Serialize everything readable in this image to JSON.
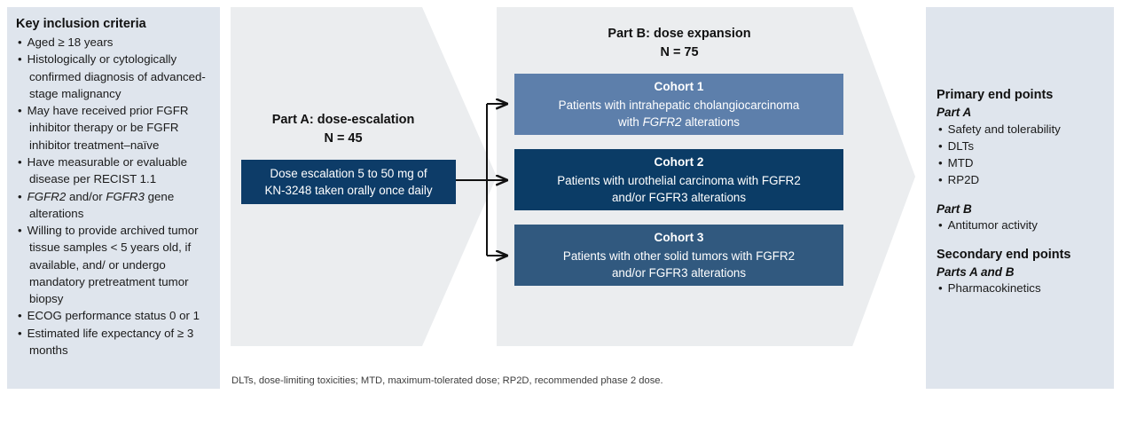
{
  "inclusion": {
    "title": "Key inclusion criteria",
    "items": [
      {
        "text": "Aged ≥ 18 years"
      },
      {
        "text": "Histologically or cytologically confirmed diagnosis of advanced-stage malignancy"
      },
      {
        "text": "May have received prior FGFR inhibitor therapy or be FGFR inhibitor treatment–naïve"
      },
      {
        "text": "Have measurable or evaluable disease per RECIST 1.1"
      },
      {
        "pre": "",
        "italic": "FGFR2",
        "mid": " and/or ",
        "italic2": "FGFR3",
        "post": " gene alterations"
      },
      {
        "text": "Willing to provide archived tumor tissue samples < 5 years old, if available, and/ or undergo mandatory pretreatment tumor biopsy"
      },
      {
        "text": "ECOG performance status 0 or 1"
      },
      {
        "text": "Estimated life expectancy of ≥ 3 months"
      }
    ]
  },
  "part_a": {
    "heading": "Part A: dose-escalation",
    "enrollment": "N = 45",
    "box": {
      "line1": "Dose escalation 5 to 50 mg of",
      "line2": "KN-3248 taken orally once daily"
    }
  },
  "part_b": {
    "heading": "Part B: dose expansion",
    "enrollment": "N = 75",
    "cohorts": [
      {
        "title": "Cohort 1",
        "line1_pre": "Patients with intrahepatic cholangiocarcinoma",
        "line2_pre": "with ",
        "line2_italic": "FGFR2",
        "line2_post": " alterations",
        "color": "#5d7fab"
      },
      {
        "title": "Cohort 2",
        "line1_pre": "Patients with urothelial carcinoma with FGFR2",
        "line2_pre": "and/or FGFR3 alterations",
        "line2_italic": "",
        "line2_post": "",
        "color": "#0b3c66"
      },
      {
        "title": "Cohort 3",
        "line1_pre": "Patients with other solid tumors with FGFR2",
        "line2_pre": "and/or FGFR3 alterations",
        "line2_italic": "",
        "line2_post": "",
        "color": "#31597f"
      }
    ]
  },
  "endpoints": {
    "primary_title": "Primary end points",
    "primary_part_a_label": "Part A",
    "primary_part_a_items": [
      "Safety and tolerability",
      "DLTs",
      "MTD",
      "RP2D"
    ],
    "primary_part_b_label": "Part B",
    "primary_part_b_items": [
      "Antitumor activity"
    ],
    "secondary_title": "Secondary end points",
    "secondary_label": "Parts A and B",
    "secondary_items": [
      "Pharmacokinetics"
    ]
  },
  "footnote": "DLTs, dose-limiting toxicities; MTD, maximum-tolerated dose; RP2D, recommended phase 2 dose.",
  "colors": {
    "side_panel_bg": "#dfe5ed",
    "chevron_bg": "#ebedef",
    "dose_box": "#0d3c68",
    "cohort_1": "#5d7fab",
    "cohort_2": "#0b3c66",
    "cohort_3": "#31597f",
    "connector": "#111111"
  }
}
